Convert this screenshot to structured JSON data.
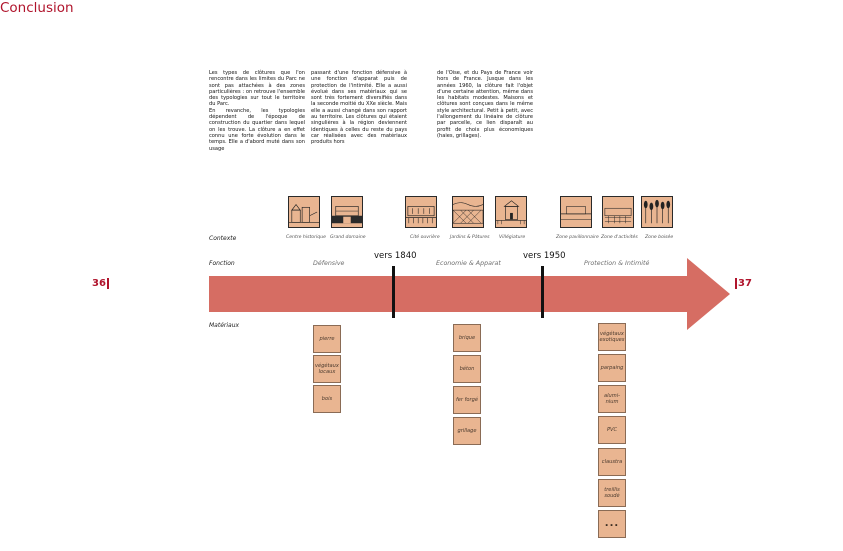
{
  "title": "Conclusion",
  "columns": [
    "Les types de clôtures que l'on rencontre dans les limites du Parc ne sont pas attachées à des zones particulières : on retrouve l'ensemble des typologies sur tout le territoire du Parc.\nEn revanche, les typologies dépendent de l'époque de construction du quartier dans lequel on les trouve. La clôture a en effet connu une forte évolution dans le temps. Elle a d'abord muté dans son usage",
    "passant d'une fonction défensive à une fonction d'apparat puis de protection de l'intimité. Elle a aussi évolué dans ses matériaux qui se sont très fortement diversifiés dans la seconde moitié du XXe siècle. Mais elle a aussi changé dans son rapport au territoire. Les clôtures qui étaient singulières à la région deviennent identiques à celles du reste du pays car réalisées avec des matériaux produits hors",
    "de l'Oise, et du Pays de France voir hors de France. Jusque dans les années 1960, la clôture fait l'objet d'une certaine attention, même dans les habitats modestes. Maisons et clôtures sont conçues dans le même style architectural. Petit à petit, avec l'allongement du linéaire de clôture par parcelle, ce lien disparaît au profit de choix plus économiques (haies, grillages)."
  ],
  "row_labels": {
    "contexte": "Contexte",
    "fonction": "Fonction",
    "materiaux": "Matériaux"
  },
  "contexts": [
    {
      "icon": "historic-center-icon",
      "label": "Centre historique"
    },
    {
      "icon": "estate-icon",
      "label": "Grand domaine"
    },
    {
      "icon": "workers-housing-icon",
      "label": "Cité ouvrière"
    },
    {
      "icon": "garden-fence-icon",
      "label": "Jardins & Pâtures"
    },
    {
      "icon": "villa-icon",
      "label": "Villégiature"
    },
    {
      "icon": "suburban-zone-icon",
      "label": "Zone pavillonnaire"
    },
    {
      "icon": "business-zone-icon",
      "label": "Zone d'activités"
    },
    {
      "icon": "wooded-zone-icon",
      "label": "Zone boisée"
    }
  ],
  "functions": [
    "Défensive",
    "Economie & Apparat",
    "Protection & Intimité"
  ],
  "eras": [
    "vers 1840",
    "vers 1950"
  ],
  "materials": [
    [
      "pierre",
      "végétaux locaux",
      "bois"
    ],
    [
      "brique",
      "béton",
      "fer forgé",
      "grillage"
    ],
    [
      "végétaux exotiques",
      "parpaing",
      "alumi-nium",
      "PVC",
      "claustra",
      "treillis soudé",
      "..."
    ]
  ],
  "page_numbers": {
    "left": "36",
    "right": "37"
  },
  "colors": {
    "accent": "#b0142c",
    "arrow": "#d66d63",
    "box": "#e9b591"
  }
}
